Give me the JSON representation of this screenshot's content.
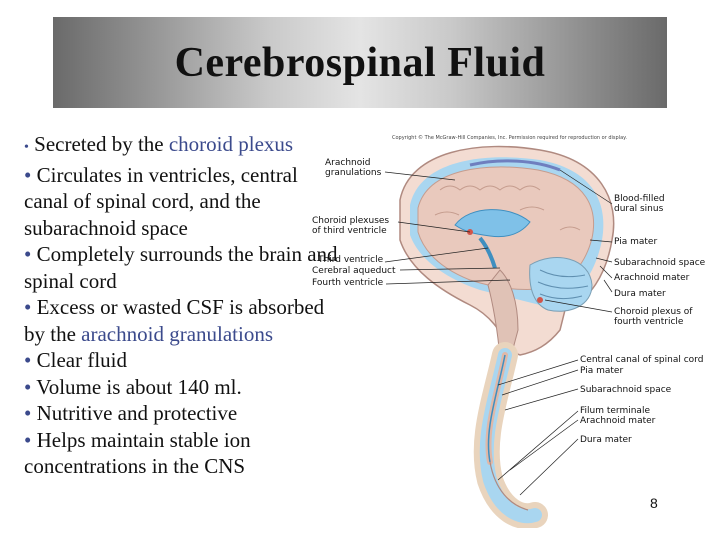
{
  "title": "Cerebrospinal Fluid",
  "bullets": [
    {
      "text": "Secreted by the ",
      "highlight": "choroid plexus",
      "after": ""
    },
    {
      "text": "Circulates in ventricles, central canal of spinal cord, and the subarachnoid space",
      "highlight": "",
      "after": ""
    },
    {
      "text": "Completely surrounds the brain and spinal cord",
      "highlight": "",
      "after": ""
    },
    {
      "text": "Excess or wasted CSF is absorbed by the ",
      "highlight": "arachnoid granulations",
      "after": ""
    },
    {
      "text": "Clear fluid",
      "highlight": "",
      "after": ""
    },
    {
      "text": "Volume is about 140 ml.",
      "highlight": "",
      "after": ""
    },
    {
      "text": "Nutritive and protective",
      "highlight": "",
      "after": ""
    },
    {
      "text": "Helps maintain stable ion concentrations in the CNS",
      "highlight": "",
      "after": ""
    }
  ],
  "bullet_symbol": "•",
  "figure": {
    "copyright": "Copyright © The McGraw-Hill Companies, Inc. Permission required for reproduction or display.",
    "labels": {
      "arachnoid_granulations_1": "Arachnoid",
      "arachnoid_granulations_2": "granulations",
      "choroid_third_1": "Choroid plexuses",
      "choroid_third_2": "of third ventricle",
      "third_ventricle": "Third ventricle",
      "cerebral_aqueduct": "Cerebral aqueduct",
      "fourth_ventricle": "Fourth ventricle",
      "blood_filled_1": "Blood-filled",
      "blood_filled_2": "dural sinus",
      "pia_mater": "Pia mater",
      "subarachnoid_space": "Subarachnoid space",
      "arachnoid_mater": "Arachnoid mater",
      "dura_mater": "Dura mater",
      "choroid_fourth_1": "Choroid plexus of",
      "choroid_fourth_2": "fourth ventricle",
      "central_canal": "Central canal of spinal cord",
      "pia_mater_2": "Pia mater",
      "subarachnoid_space_2": "Subarachnoid space",
      "filum_terminale": "Filum terminale",
      "arachnoid_mater_2": "Arachnoid mater",
      "dura_mater_2": "Dura mater"
    }
  },
  "slide_number": "8",
  "colors": {
    "accent": "#3b4a8c",
    "csf": "#9fd0ee",
    "brain": "#e8cfc4",
    "title_bar_edge": "#6a6a6a"
  }
}
